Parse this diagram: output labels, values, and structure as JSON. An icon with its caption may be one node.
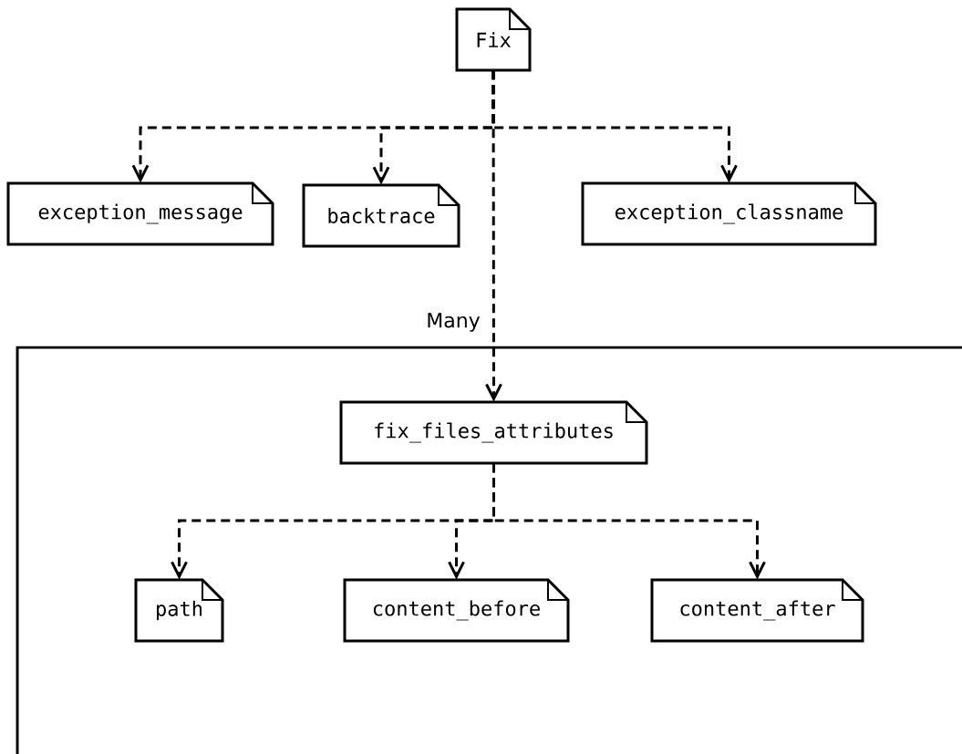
{
  "diagram": {
    "nodes": [
      {
        "text": [
          "Fix"
        ]
      },
      {
        "text": [
          "exception_message"
        ]
      },
      {
        "text": [
          "backtrace"
        ]
      },
      {
        "text": [
          "exception_classname"
        ]
      },
      {
        "text": [
          "Many"
        ]
      },
      {
        "text": [
          "fix_files_attributes"
        ],
        "in": 4
      },
      {
        "text": [
          "path"
        ],
        "in": 4
      },
      {
        "text": [
          "content_before"
        ],
        "in": 4
      },
      {
        "text": [
          "content_after"
        ],
        "in": 4
      }
    ],
    "edges": [
      {
        "from": 0,
        "to": 1,
        "arrow": "to",
        "style": "dashed"
      },
      {
        "from": 0,
        "to": 2,
        "arrow": "to",
        "style": "dashed"
      },
      {
        "from": 0,
        "to": 3,
        "arrow": "to",
        "style": "dashed"
      },
      {
        "from": 0,
        "to": 5,
        "arrow": "to",
        "style": "dashed"
      },
      {
        "from": 5,
        "to": 6,
        "arrow": "to",
        "style": "dashed"
      },
      {
        "from": 5,
        "to": 7,
        "arrow": "to",
        "style": "dashed"
      },
      {
        "from": 5,
        "to": 8,
        "arrow": "to",
        "style": "dashed"
      }
    ]
  }
}
